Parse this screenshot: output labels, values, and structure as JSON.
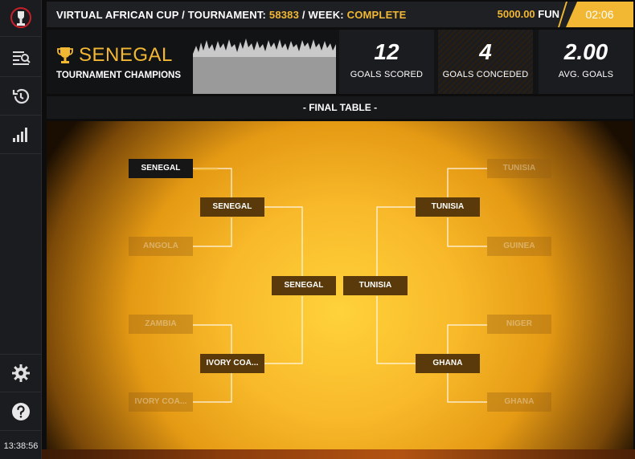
{
  "header": {
    "breadcrumb_prefix": "VIRTUAL AFRICAN CUP / TOURNAMENT:",
    "tournament_id": "58383",
    "breadcrumb_mid": "/ WEEK:",
    "week_status": "COMPLETE",
    "balance_amount": "5000.00",
    "balance_currency": "FUN",
    "countdown": "02:06"
  },
  "champion": {
    "team": "SENEGAL",
    "subtitle": "TOURNAMENT CHAMPIONS"
  },
  "stats": [
    {
      "value": "12",
      "label": "GOALS SCORED"
    },
    {
      "value": "4",
      "label": "GOALS CONCEDED"
    },
    {
      "value": "2.00",
      "label": "AVG. GOALS"
    }
  ],
  "final_table": {
    "title": "- FINAL TABLE -"
  },
  "bracket": {
    "left_quarter": [
      "SENEGAL",
      "ANGOLA",
      "ZAMBIA",
      "IVORY COA..."
    ],
    "left_semi": [
      "SENEGAL",
      "IVORY COA..."
    ],
    "final": [
      "SENEGAL",
      "TUNISIA"
    ],
    "right_semi": [
      "TUNISIA",
      "GHANA"
    ],
    "right_quarter": [
      "TUNISIA",
      "GUINEA",
      "NIGER",
      "GHANA"
    ]
  },
  "sidebar": {
    "icons": [
      "tournament-logo-icon",
      "standings-icon",
      "history-icon",
      "statistics-icon",
      "settings-icon",
      "help-icon"
    ],
    "clock": "13:38:56"
  },
  "colors": {
    "accent": "#f2b733",
    "winner_box": "#5a3a0a",
    "background": "#121315"
  }
}
